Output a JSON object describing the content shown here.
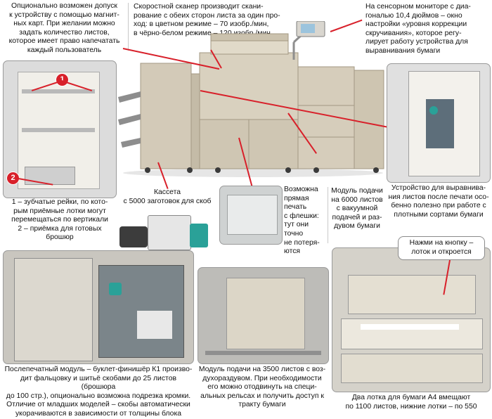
{
  "captions": {
    "magnetic_cards": "Опционально возможен допуск\nк устройству с помощью магнит-\nных карт. При желании можно\nзадать количество листов,\nкоторое имеет право напечатать\nкаждый пользователь",
    "scanner": "Скоростной сканер производит скани-\nрование с обеих сторон листа за один про-\nход: в цветном режиме – 70 изобр./мин,\nв чёрно-белом режиме – 120 изобр./мин",
    "touchscreen": "На сенсорном мониторе с диа-\nгональю 10,4 дюймов – окно\nнастройки «уровня коррекции\nскручивания», которое регу-\nлирует работу устройства для\nвыравнивания бумаги",
    "trays": "1 – зубчатые рейки, по кото-\nрым приёмные лотки могут\nперемещаться по вертикали\n2 – приёмка для готовых\nброшюр",
    "cassette": "Кассета\nс 5000 заготовок для скоб",
    "usb_print": "Возможна\nпрямая\nпечать\nс флешки:\nтут они\nточно\nне потеря-\nются",
    "feeder_6000": "Модуль подачи\nна 6000 листов\nс вакуумной\nподачей и раз-\nдувом бумаги",
    "decurler": "Устройство для выравнива-\nния листов после печати осо-\nбенно полезно при работе с\nплотными сортами бумаги",
    "finisher": "Послепечатный модуль – буклет-финишёр К1 произво-\nдит фальцовку и шитьё скобами до 25 листов (брошюра\nдо 100 стр.), опционально возможна подрезка кромки.\nОтличие от младших моделей – скобы автоматически\nукорачиваются в зависимости от толщины блока",
    "feeder_3500": "Модуль подачи на 3500 листов с воз-\nдухораздувом. При необходимости\nего можно отодвинуть на специ-\nальных рельсах и получить доступ к\nтракту бумаги",
    "a4_trays": "Два лотка для бумаги А4 вмещают\nпо 1100 листов, нижние лотки – по 550",
    "press_button": "Нажми на кнопку –\nлоток и откроется"
  },
  "markers": {
    "one": "1",
    "two": "2"
  },
  "colors": {
    "accent": "#d8202a",
    "machine": "#cfc6b4",
    "machine_dark": "#b8ae9a"
  }
}
